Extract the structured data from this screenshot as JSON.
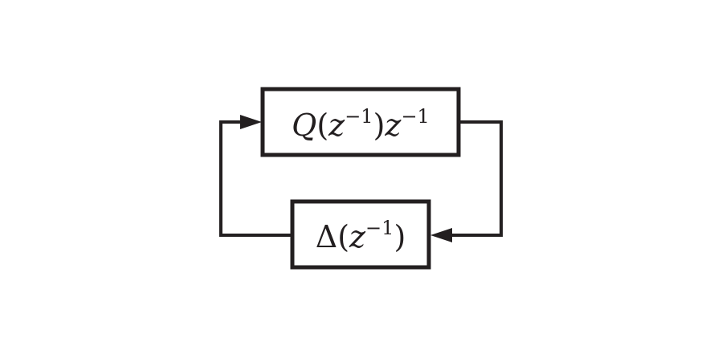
{
  "diagram": {
    "type": "feedback-loop",
    "colors": {
      "stroke": "#231f20",
      "background": "#ffffff"
    },
    "forward_block": {
      "label_parts": {
        "q": "Q",
        "open": "(",
        "z1": "z",
        "exp1": "−1",
        "close": ")",
        "z2": "z",
        "exp2": "−1"
      }
    },
    "feedback_block": {
      "label_parts": {
        "delta": "Δ",
        "open": "(",
        "z": "z",
        "exp": "−1",
        "close": ")"
      }
    },
    "connections": [
      {
        "from": "forward_block",
        "to": "feedback_block",
        "arrow_at": "feedback_block"
      },
      {
        "from": "feedback_block",
        "to": "forward_block",
        "arrow_at": "forward_block"
      }
    ]
  }
}
